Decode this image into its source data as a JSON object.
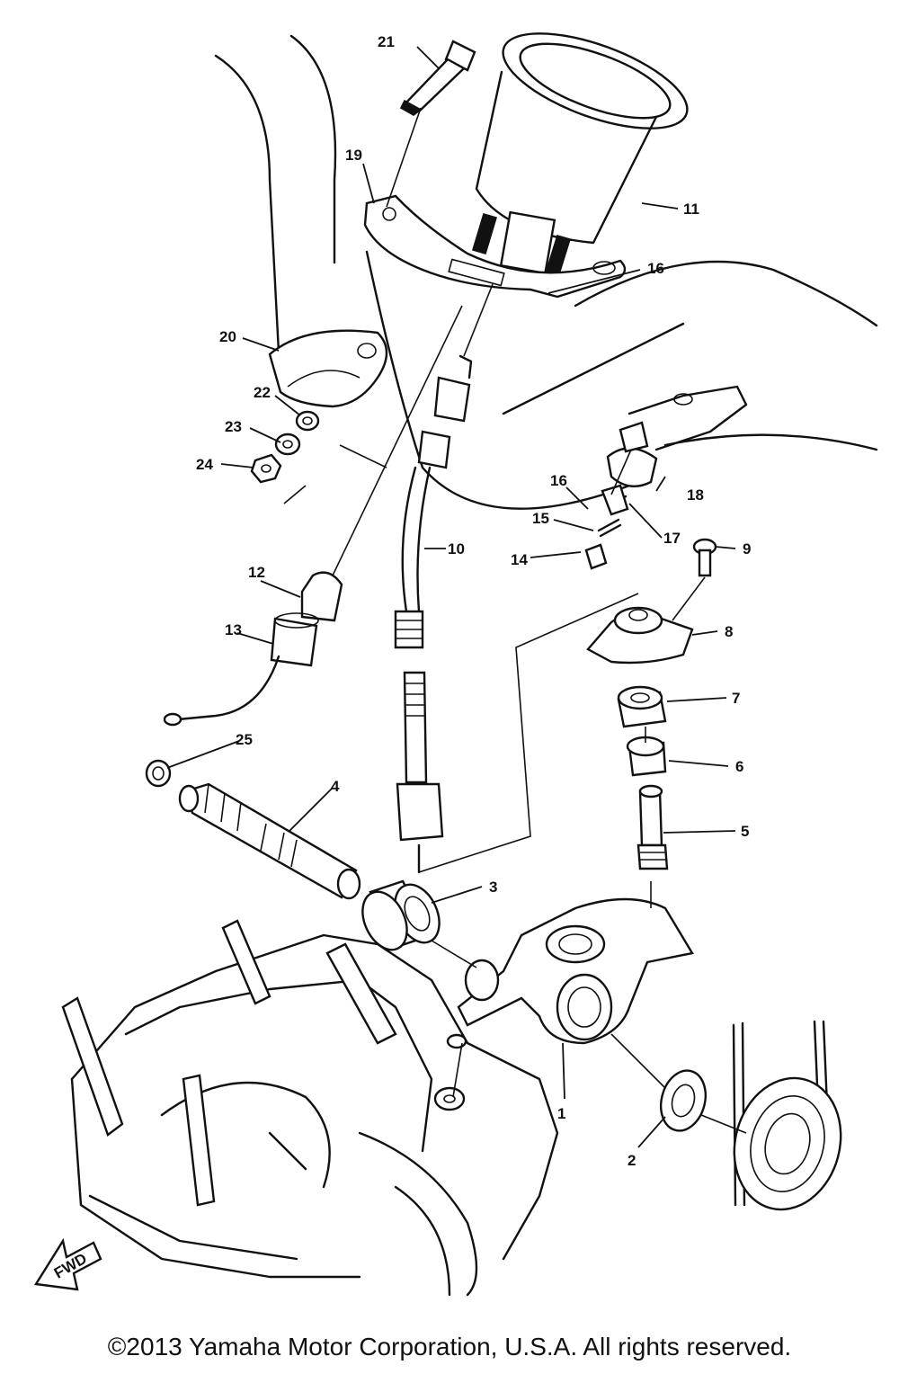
{
  "diagram": {
    "callouts": [
      "1",
      "2",
      "3",
      "4",
      "5",
      "6",
      "7",
      "8",
      "9",
      "10",
      "11",
      "12",
      "13",
      "14",
      "15",
      "16",
      "16",
      "17",
      "18",
      "19",
      "20",
      "21",
      "22",
      "23",
      "24",
      "25"
    ],
    "fwd_label": "FWD"
  },
  "footer": {
    "copyright": "©2013 Yamaha Motor Corporation, U.S.A. All rights reserved."
  }
}
